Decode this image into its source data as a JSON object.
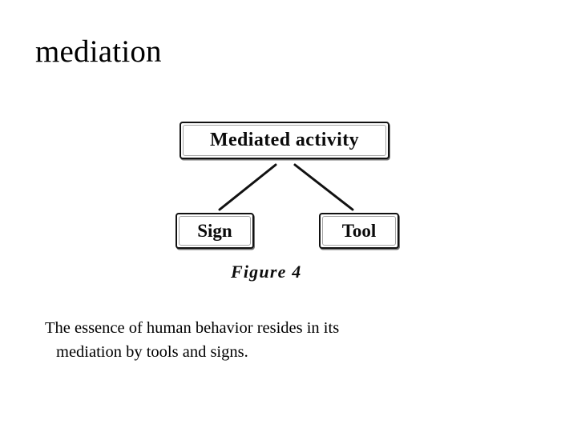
{
  "slide": {
    "title": "mediation",
    "figure": {
      "nodes": [
        {
          "id": "mediated-activity",
          "label": "Mediated activity"
        },
        {
          "id": "sign",
          "label": "Sign"
        },
        {
          "id": "tool",
          "label": "Tool"
        }
      ],
      "caption": "Figure  4",
      "edges": [
        {
          "from": "mediated-activity",
          "to": "sign"
        },
        {
          "from": "mediated-activity",
          "to": "tool"
        }
      ]
    },
    "body": {
      "line1": "The essence of human behavior resides in its",
      "line2": "mediation by tools and signs."
    }
  }
}
